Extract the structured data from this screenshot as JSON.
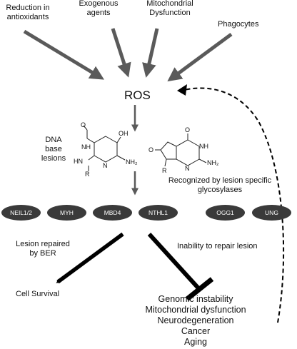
{
  "sources": [
    {
      "id": "antioxidants",
      "text": "Reduction in\nantioxidants"
    },
    {
      "id": "exogenous",
      "text": "Exogenous\nagents"
    },
    {
      "id": "mito",
      "text": "Mitochondrial\nDysfunction"
    },
    {
      "id": "phagocytes",
      "text": "Phagocytes"
    }
  ],
  "ros_label": "ROS",
  "dna_lesions_label": "DNA\nbase\nlesions",
  "molecule1": {
    "oh": "OH",
    "o": "O",
    "nh": "NH",
    "hn": "HN",
    "n": "N",
    "nh2": "NH₂",
    "r": "R"
  },
  "molecule2": {
    "o_top": "O",
    "o_left": "O",
    "nh": "NH",
    "nh2": "NH₂",
    "n": "N",
    "r": "R"
  },
  "recognized_label": "Recognized by lesion specific\nglycosylases",
  "glycosylases": [
    "NEIL1/2",
    "MYH",
    "MBD4",
    "NTHL1",
    "OGG1",
    "UNG"
  ],
  "repair_label": "Lesion repaired\nby BER",
  "survival_label": "Cell Survival",
  "inability_label": "Inability to repair lesion",
  "outcomes": [
    "Genomic instability",
    "Mitochondrial dysfunction",
    "Neurodegeneration",
    "Cancer",
    "Aging"
  ],
  "colors": {
    "arrow_gray": "#5a5a5a",
    "pill_fill": "#3a3a3a",
    "pill_text": "#ffffff",
    "black": "#000000"
  }
}
